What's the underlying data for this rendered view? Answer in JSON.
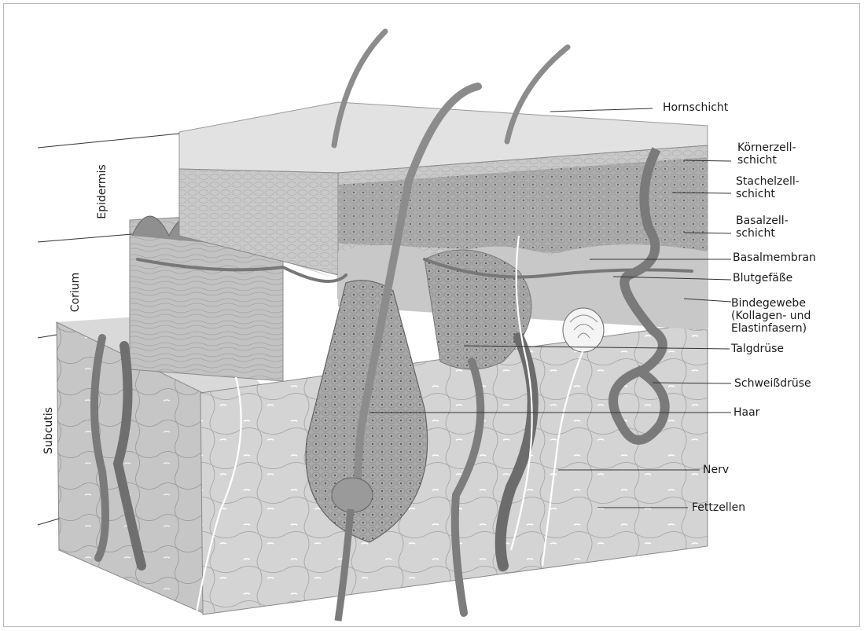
{
  "layers_left": {
    "epidermis": "Epidermis",
    "corium": "Corium",
    "subcutis": "Subcutis"
  },
  "labels": {
    "hornschicht": "Hornschicht",
    "koernerzellschicht": "Körnerzell-\nschicht",
    "stachelzellschicht": "Stachelzell-\nschicht",
    "basalzellschicht": "Basalzell-\nschicht",
    "basalmembran": "Basalmembran",
    "blutgefaesse": "Blutgefäße",
    "bindegewebe": "Bindegewebe\n(Kollagen- und\nElastinfasern)",
    "talgdruese": "Talgdrüse",
    "schweissdruese": "Schweißdrüse",
    "haar": "Haar",
    "nerv": "Nerv",
    "fettzellen": "Fettzellen"
  },
  "colors": {
    "background": "#ffffff",
    "skin_top": "#dedede",
    "skin_mid": "#bcbcbc",
    "skin_dark": "#9a9a9a",
    "fat": "#d2d2d2",
    "vessel": "#808080",
    "leader": "#333333"
  }
}
